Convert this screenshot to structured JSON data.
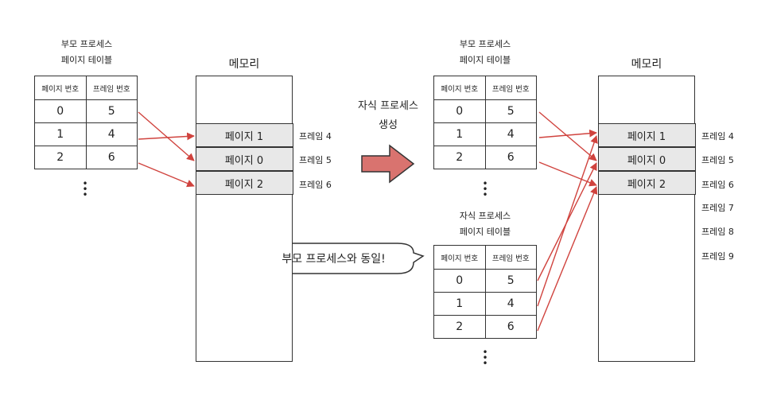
{
  "parent_table": {
    "caption_line1": "부모 프로세스",
    "caption_line2": "페이지 테이블",
    "header_page": "페이지 번호",
    "header_frame": "프레임 번호",
    "rows": [
      {
        "page": "0",
        "frame": "5"
      },
      {
        "page": "1",
        "frame": "4"
      },
      {
        "page": "2",
        "frame": "6"
      }
    ]
  },
  "left_memory": {
    "title": "메모리",
    "rows": [
      "페이지 1",
      "페이지 0",
      "페이지 2"
    ],
    "frame_labels": [
      "프레임 4",
      "프레임 5",
      "프레임 6"
    ]
  },
  "fork_arrow": {
    "line1": "자식 프로세스",
    "line2": "생성",
    "color": "#d9736f"
  },
  "right_parent_table": {
    "caption_line1": "부모 프로세스",
    "caption_line2": "페이지 테이블",
    "header_page": "페이지 번호",
    "header_frame": "프레임 번호",
    "rows": [
      {
        "page": "0",
        "frame": "5"
      },
      {
        "page": "1",
        "frame": "4"
      },
      {
        "page": "2",
        "frame": "6"
      }
    ]
  },
  "child_table": {
    "caption_line1": "자식 프로세스",
    "caption_line2": "페이지 테이블",
    "header_page": "페이지 번호",
    "header_frame": "프레임 번호",
    "rows": [
      {
        "page": "0",
        "frame": "5"
      },
      {
        "page": "1",
        "frame": "4"
      },
      {
        "page": "2",
        "frame": "6"
      }
    ]
  },
  "right_memory": {
    "title": "메모리",
    "rows": [
      "페이지 1",
      "페이지 0",
      "페이지 2"
    ],
    "frame_labels": [
      "프레임 4",
      "프레임 5",
      "프레임 6",
      "프레임 7",
      "프레임 8",
      "프레임 9"
    ]
  },
  "speech_bubble": {
    "text": "부모 프로세스와 동일!"
  },
  "colors": {
    "arrow": "#d0433e",
    "memory_row_fill": "#e8e8e8",
    "outline": "#333333"
  }
}
